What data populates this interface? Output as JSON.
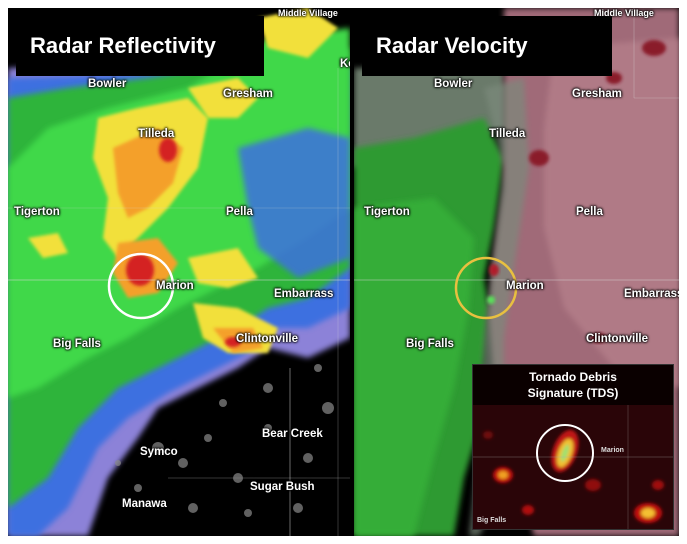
{
  "panels": {
    "reflectivity": {
      "title": "Radar Reflectivity"
    },
    "velocity": {
      "title": "Radar Velocity"
    }
  },
  "towns": {
    "bowler": "Bowler",
    "gresham": "Gresham",
    "tilleda": "Tilleda",
    "tigerton": "Tigerton",
    "pella": "Pella",
    "marion": "Marion",
    "embarrass": "Embarrass",
    "clintonville": "Clintonville",
    "big_falls": "Big Falls",
    "symco": "Symco",
    "bear_creek": "Bear Creek",
    "sugar_bush": "Sugar Bush",
    "manawa": "Manawa",
    "top_cut": "Middle Village",
    "ke": "Ke"
  },
  "inset": {
    "title_line1": "Tornado Debris",
    "title_line2": "Signature (TDS)",
    "marion": "Marion",
    "big_falls": "Big Falls"
  },
  "colors": {
    "reflect_circle": "#ffffff",
    "velocity_circle": "#e8c040",
    "inset_circle": "#ffffff"
  }
}
